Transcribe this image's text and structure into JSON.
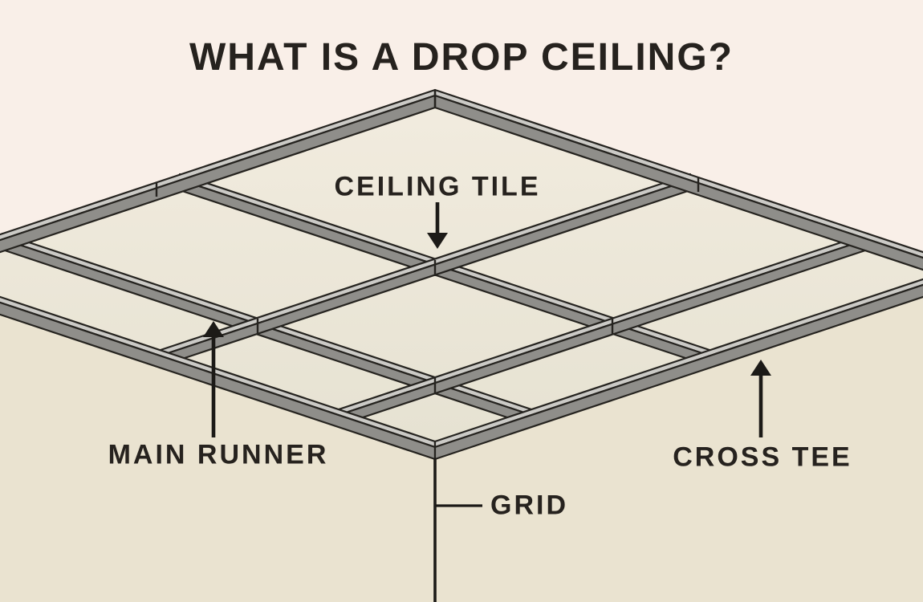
{
  "title": "WHAT IS A DROP CEILING?",
  "diagram": {
    "type": "drop-ceiling-cutaway-illustration",
    "labels": {
      "ceiling_tile": "CEILING TILE",
      "main_runner": "MAIN RUNNER",
      "cross_tee": "CROSS TEE",
      "grid": "GRID"
    }
  },
  "colors": {
    "background": "#f9efe8",
    "wall": "#eae3d0",
    "tile_light": "#f2ecdf",
    "tile_dark": "#e6e2d2",
    "bar_top": "#cbcac6",
    "bar_side": "#8f8e8a",
    "outline": "#25231f",
    "text": "#26221e",
    "arrow": "#1c1a17"
  }
}
